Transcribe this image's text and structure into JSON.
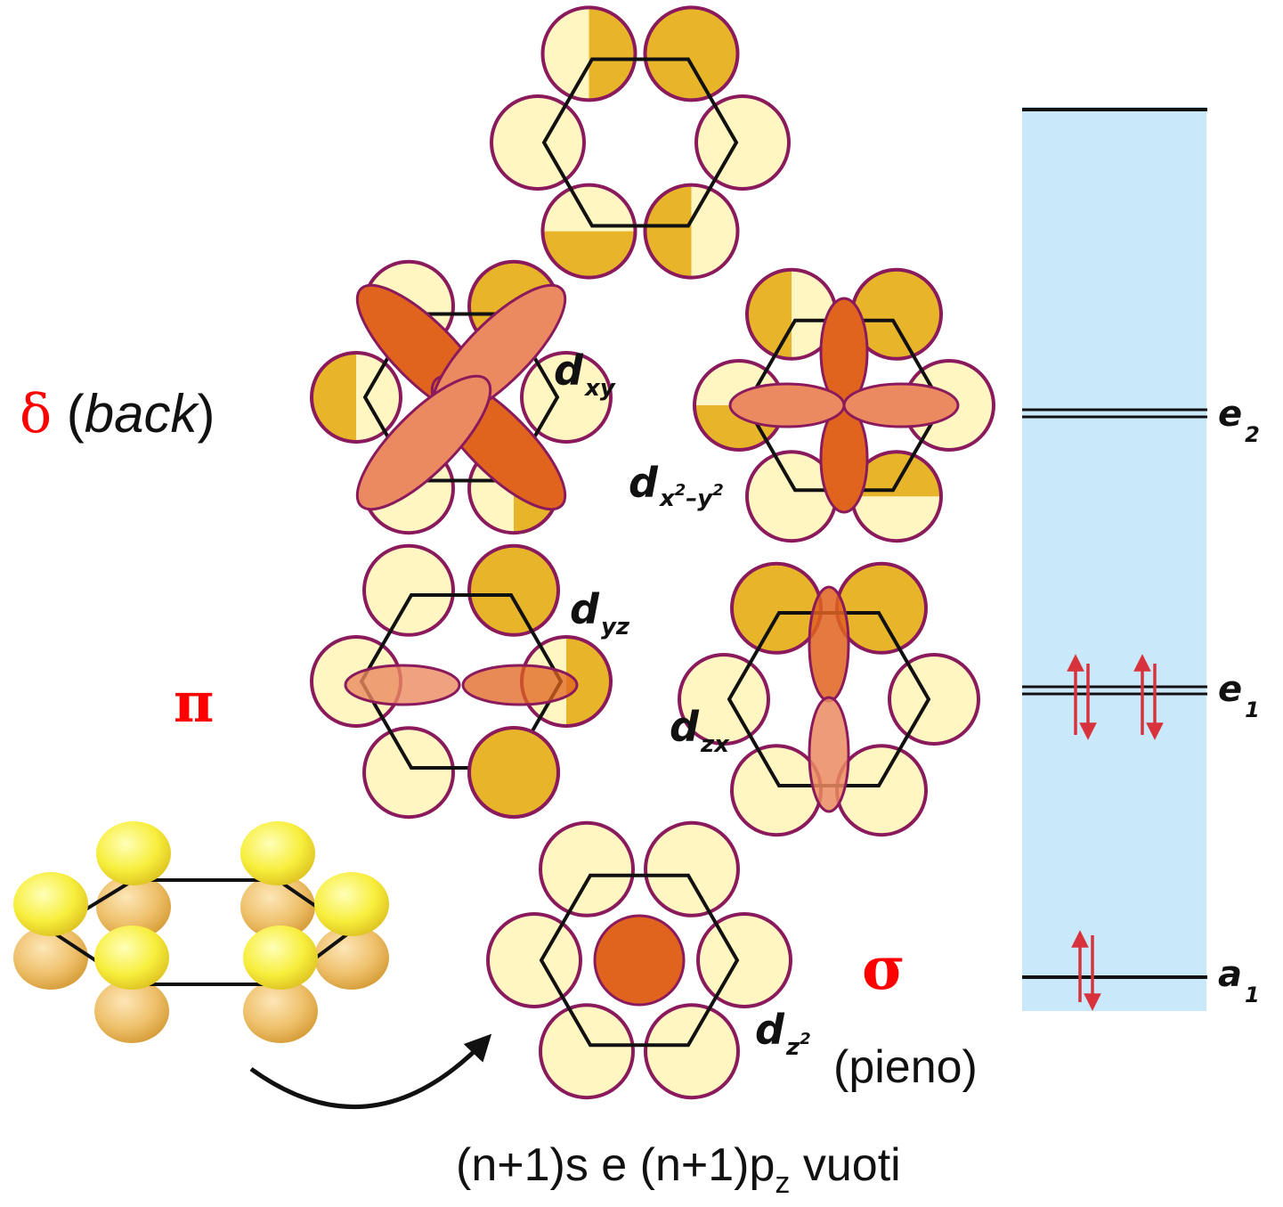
{
  "labels": {
    "delta_symbol": "δ",
    "delta_paren_open": " (",
    "delta_word": "back",
    "delta_paren_close": ")",
    "pi_symbol": "π",
    "sigma_symbol": "σ",
    "pieno": "(pieno)",
    "vuoti_a": "(n+1)s e (n+1)p",
    "vuoti_sub": "z",
    "vuoti_b": " vuoti"
  },
  "orbitals": {
    "dxy": {
      "main": "d",
      "sub": "xy"
    },
    "dx2y2": {
      "main": "d",
      "sub_a": "x",
      "sup_a": "2",
      "sub_b": "–y",
      "sup_b": "2"
    },
    "dyz": {
      "main": "d",
      "sub": "yz"
    },
    "dzx": {
      "main": "d",
      "sub": "zx"
    },
    "dz2": {
      "main": "d",
      "sub": "z",
      "sup": "2"
    }
  },
  "levels": {
    "e2": {
      "main": "e",
      "sub": "2",
      "electrons": 0
    },
    "e1": {
      "main": "e",
      "sub": "1",
      "electrons": 4
    },
    "a1": {
      "main": "a",
      "sub": "1",
      "electrons": 2
    }
  },
  "colors": {
    "lobe_dark": "#e8b52a",
    "lobe_light": "#fff6c2",
    "ring_outline": "#8a1a5c",
    "metal_dark": "#e0631e",
    "metal_light": "#eb8a60",
    "label_red": "#ff0000",
    "panel_blue": "#c9e8fa",
    "arrow_red": "#d8323c"
  }
}
